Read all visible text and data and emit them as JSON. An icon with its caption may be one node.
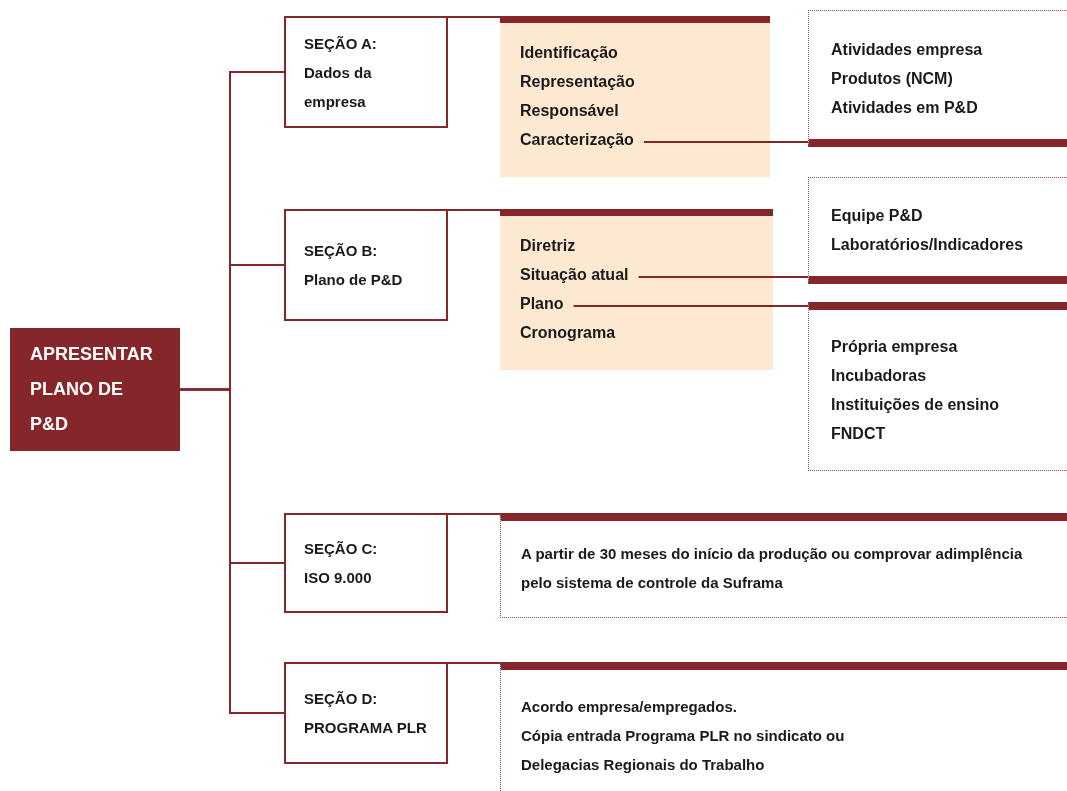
{
  "diagram": {
    "nodes": [
      {
        "text": [
          "APRESENTAR PLANO DE P&D"
        ]
      },
      {
        "text": [
          "SEÇÃO A:",
          "Dados da empresa"
        ]
      },
      {
        "text": [
          "Identificação",
          "Representação",
          "Responsável",
          "Caracterização"
        ]
      },
      {
        "text": [
          "Atividades empresa",
          "Produtos (NCM)",
          "Atividades em P&D"
        ]
      },
      {
        "text": [
          "SEÇÃO B:",
          "Plano de P&D"
        ]
      },
      {
        "text": [
          "Diretriz",
          "Situação atual",
          "Plano",
          "Cronograma"
        ]
      },
      {
        "text": [
          "Equipe P&D",
          "Laboratórios/Indicadores"
        ]
      },
      {
        "text": [
          "Própria empresa",
          "Incubadoras",
          "Instituições de ensino",
          "FNDCT"
        ]
      },
      {
        "text": [
          "SEÇÃO C:",
          "ISO 9.000"
        ]
      },
      {
        "text": [
          "A partir de 30 meses do início da produção ou comprovar adimplência pelo sistema de controle da Suframa"
        ]
      },
      {
        "text": [
          "SEÇÃO D:",
          "PROGRAMA PLR"
        ]
      },
      {
        "text": [
          "Acordo empresa/empregados.",
          "Cópia entrada Programa PLR no sindicato ou Delegacias Regionais do Trabalho"
        ]
      }
    ],
    "edges": [
      {
        "from": 0,
        "to": 1,
        "arrow": "none"
      },
      {
        "from": 0,
        "to": 4,
        "arrow": "none"
      },
      {
        "from": 0,
        "to": 8,
        "arrow": "none"
      },
      {
        "from": 0,
        "to": 10,
        "arrow": "none"
      },
      {
        "from": 1,
        "to": 2,
        "arrow": "none"
      },
      {
        "from": 4,
        "to": 5,
        "arrow": "none"
      },
      {
        "from": 8,
        "to": 9,
        "arrow": "none"
      },
      {
        "from": 10,
        "to": 11,
        "arrow": "none"
      },
      {
        "from": 2,
        "to": 3,
        "arrow": "none"
      },
      {
        "from": 5,
        "to": 6,
        "arrow": "none"
      },
      {
        "from": 5,
        "to": 7,
        "arrow": "none"
      }
    ]
  }
}
